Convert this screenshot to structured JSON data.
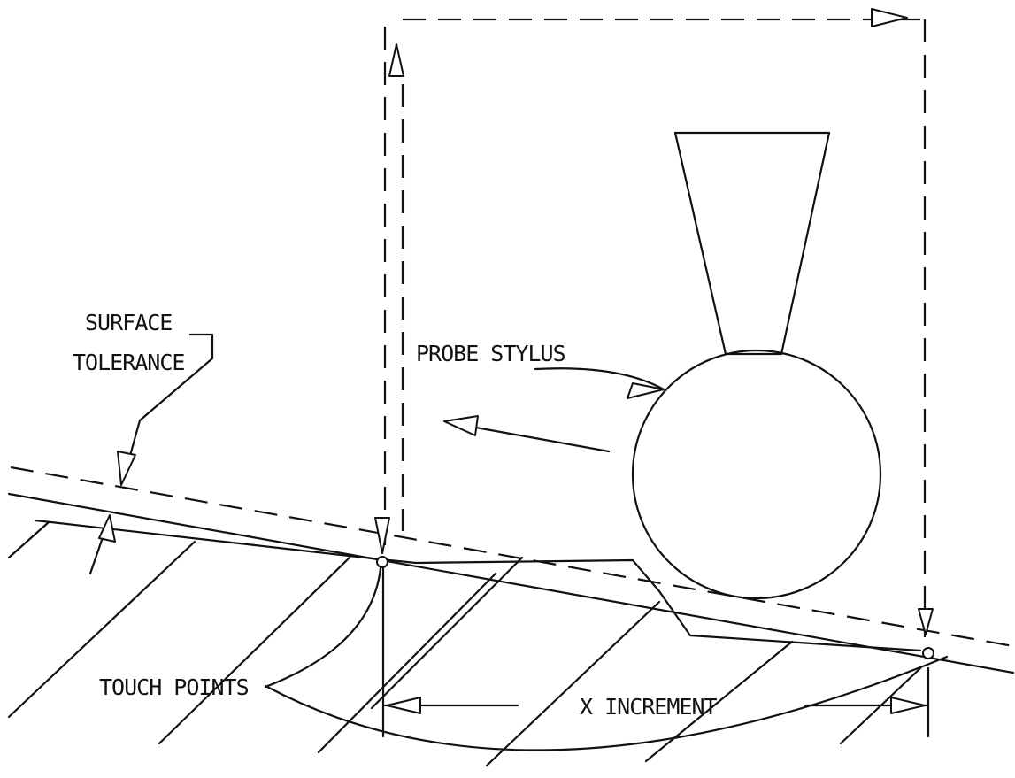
{
  "labels": {
    "surface_tolerance_line1": "SURFACE",
    "surface_tolerance_line2": "TOLERANCE",
    "probe_stylus": "PROBE STYLUS",
    "touch_points": "TOUCH POINTS",
    "x_increment": "X INCREMENT"
  }
}
